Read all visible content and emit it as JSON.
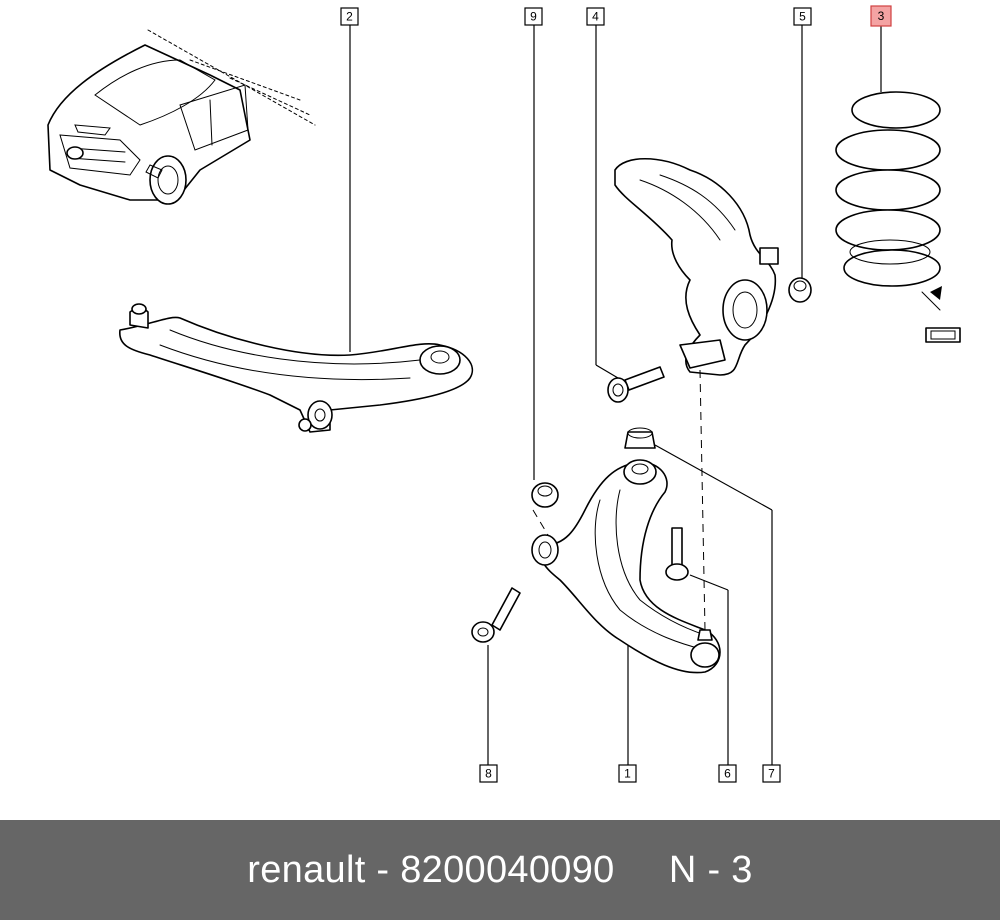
{
  "callouts": [
    {
      "id": "c1",
      "label": "1"
    },
    {
      "id": "c2",
      "label": "2"
    },
    {
      "id": "c3",
      "label": "3",
      "highlighted": true
    },
    {
      "id": "c4",
      "label": "4"
    },
    {
      "id": "c5",
      "label": "5"
    },
    {
      "id": "c6",
      "label": "6"
    },
    {
      "id": "c7",
      "label": "7"
    },
    {
      "id": "c8",
      "label": "8"
    },
    {
      "id": "c9",
      "label": "9"
    }
  ],
  "footer": {
    "text": "renault - 8200040090     N - 3",
    "background": "#666666",
    "color": "#ffffff"
  },
  "highlight_color": "#f4a3a3"
}
